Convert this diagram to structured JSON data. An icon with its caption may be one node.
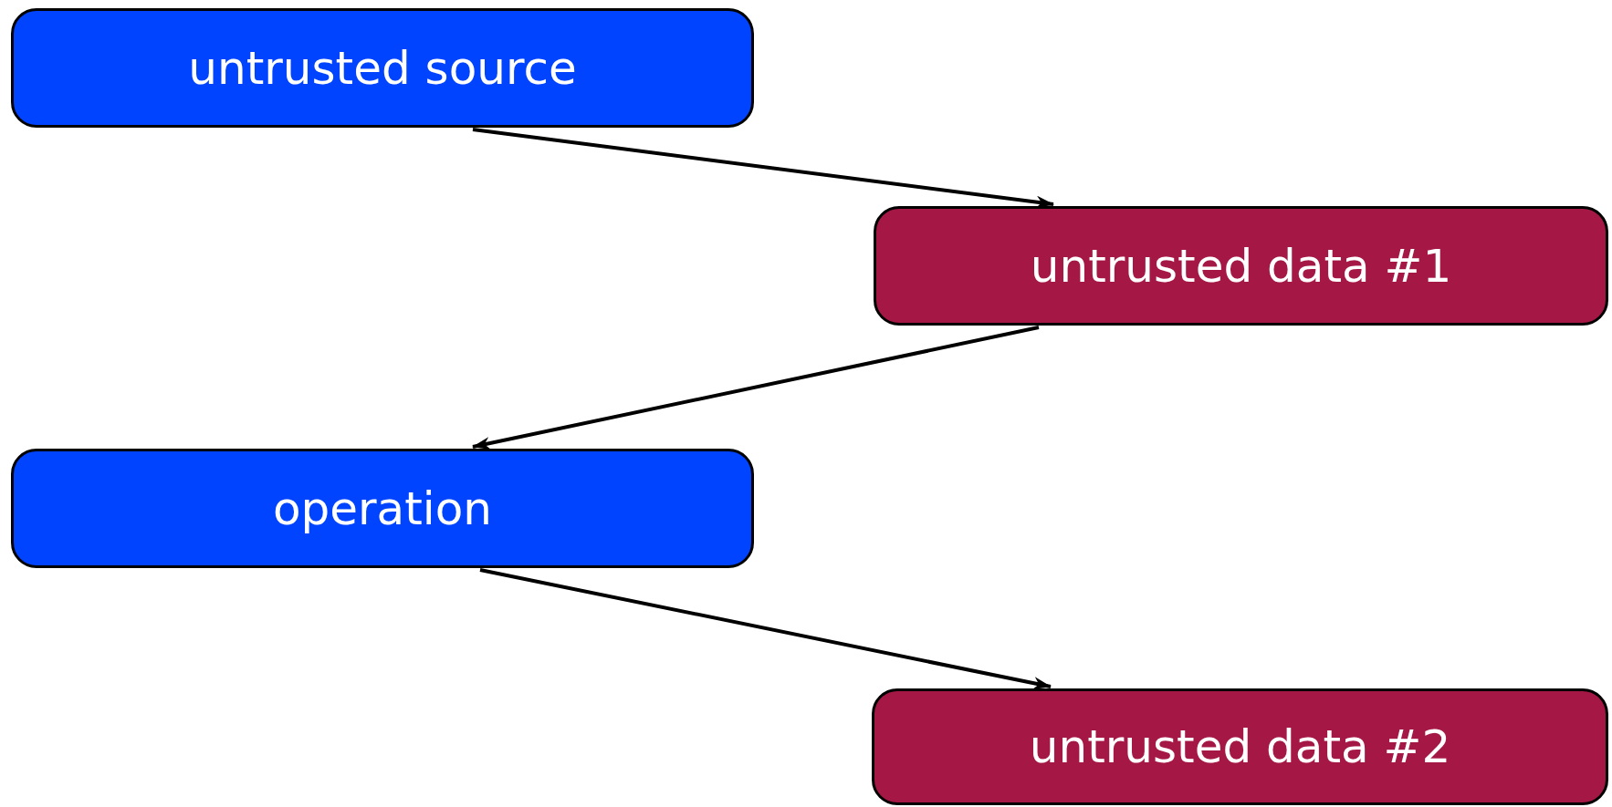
{
  "diagram": {
    "nodes": [
      {
        "text": [
          "untrusted source"
        ]
      },
      {
        "text": [
          "untrusted data #1"
        ]
      },
      {
        "text": [
          "operation"
        ]
      },
      {
        "text": [
          "untrusted data #2"
        ]
      }
    ],
    "edges": [
      {
        "from": 0,
        "to": 1,
        "arrow": "to"
      },
      {
        "from": 1,
        "to": 2,
        "arrow": "to"
      },
      {
        "from": 2,
        "to": 3,
        "arrow": "to"
      }
    ]
  }
}
